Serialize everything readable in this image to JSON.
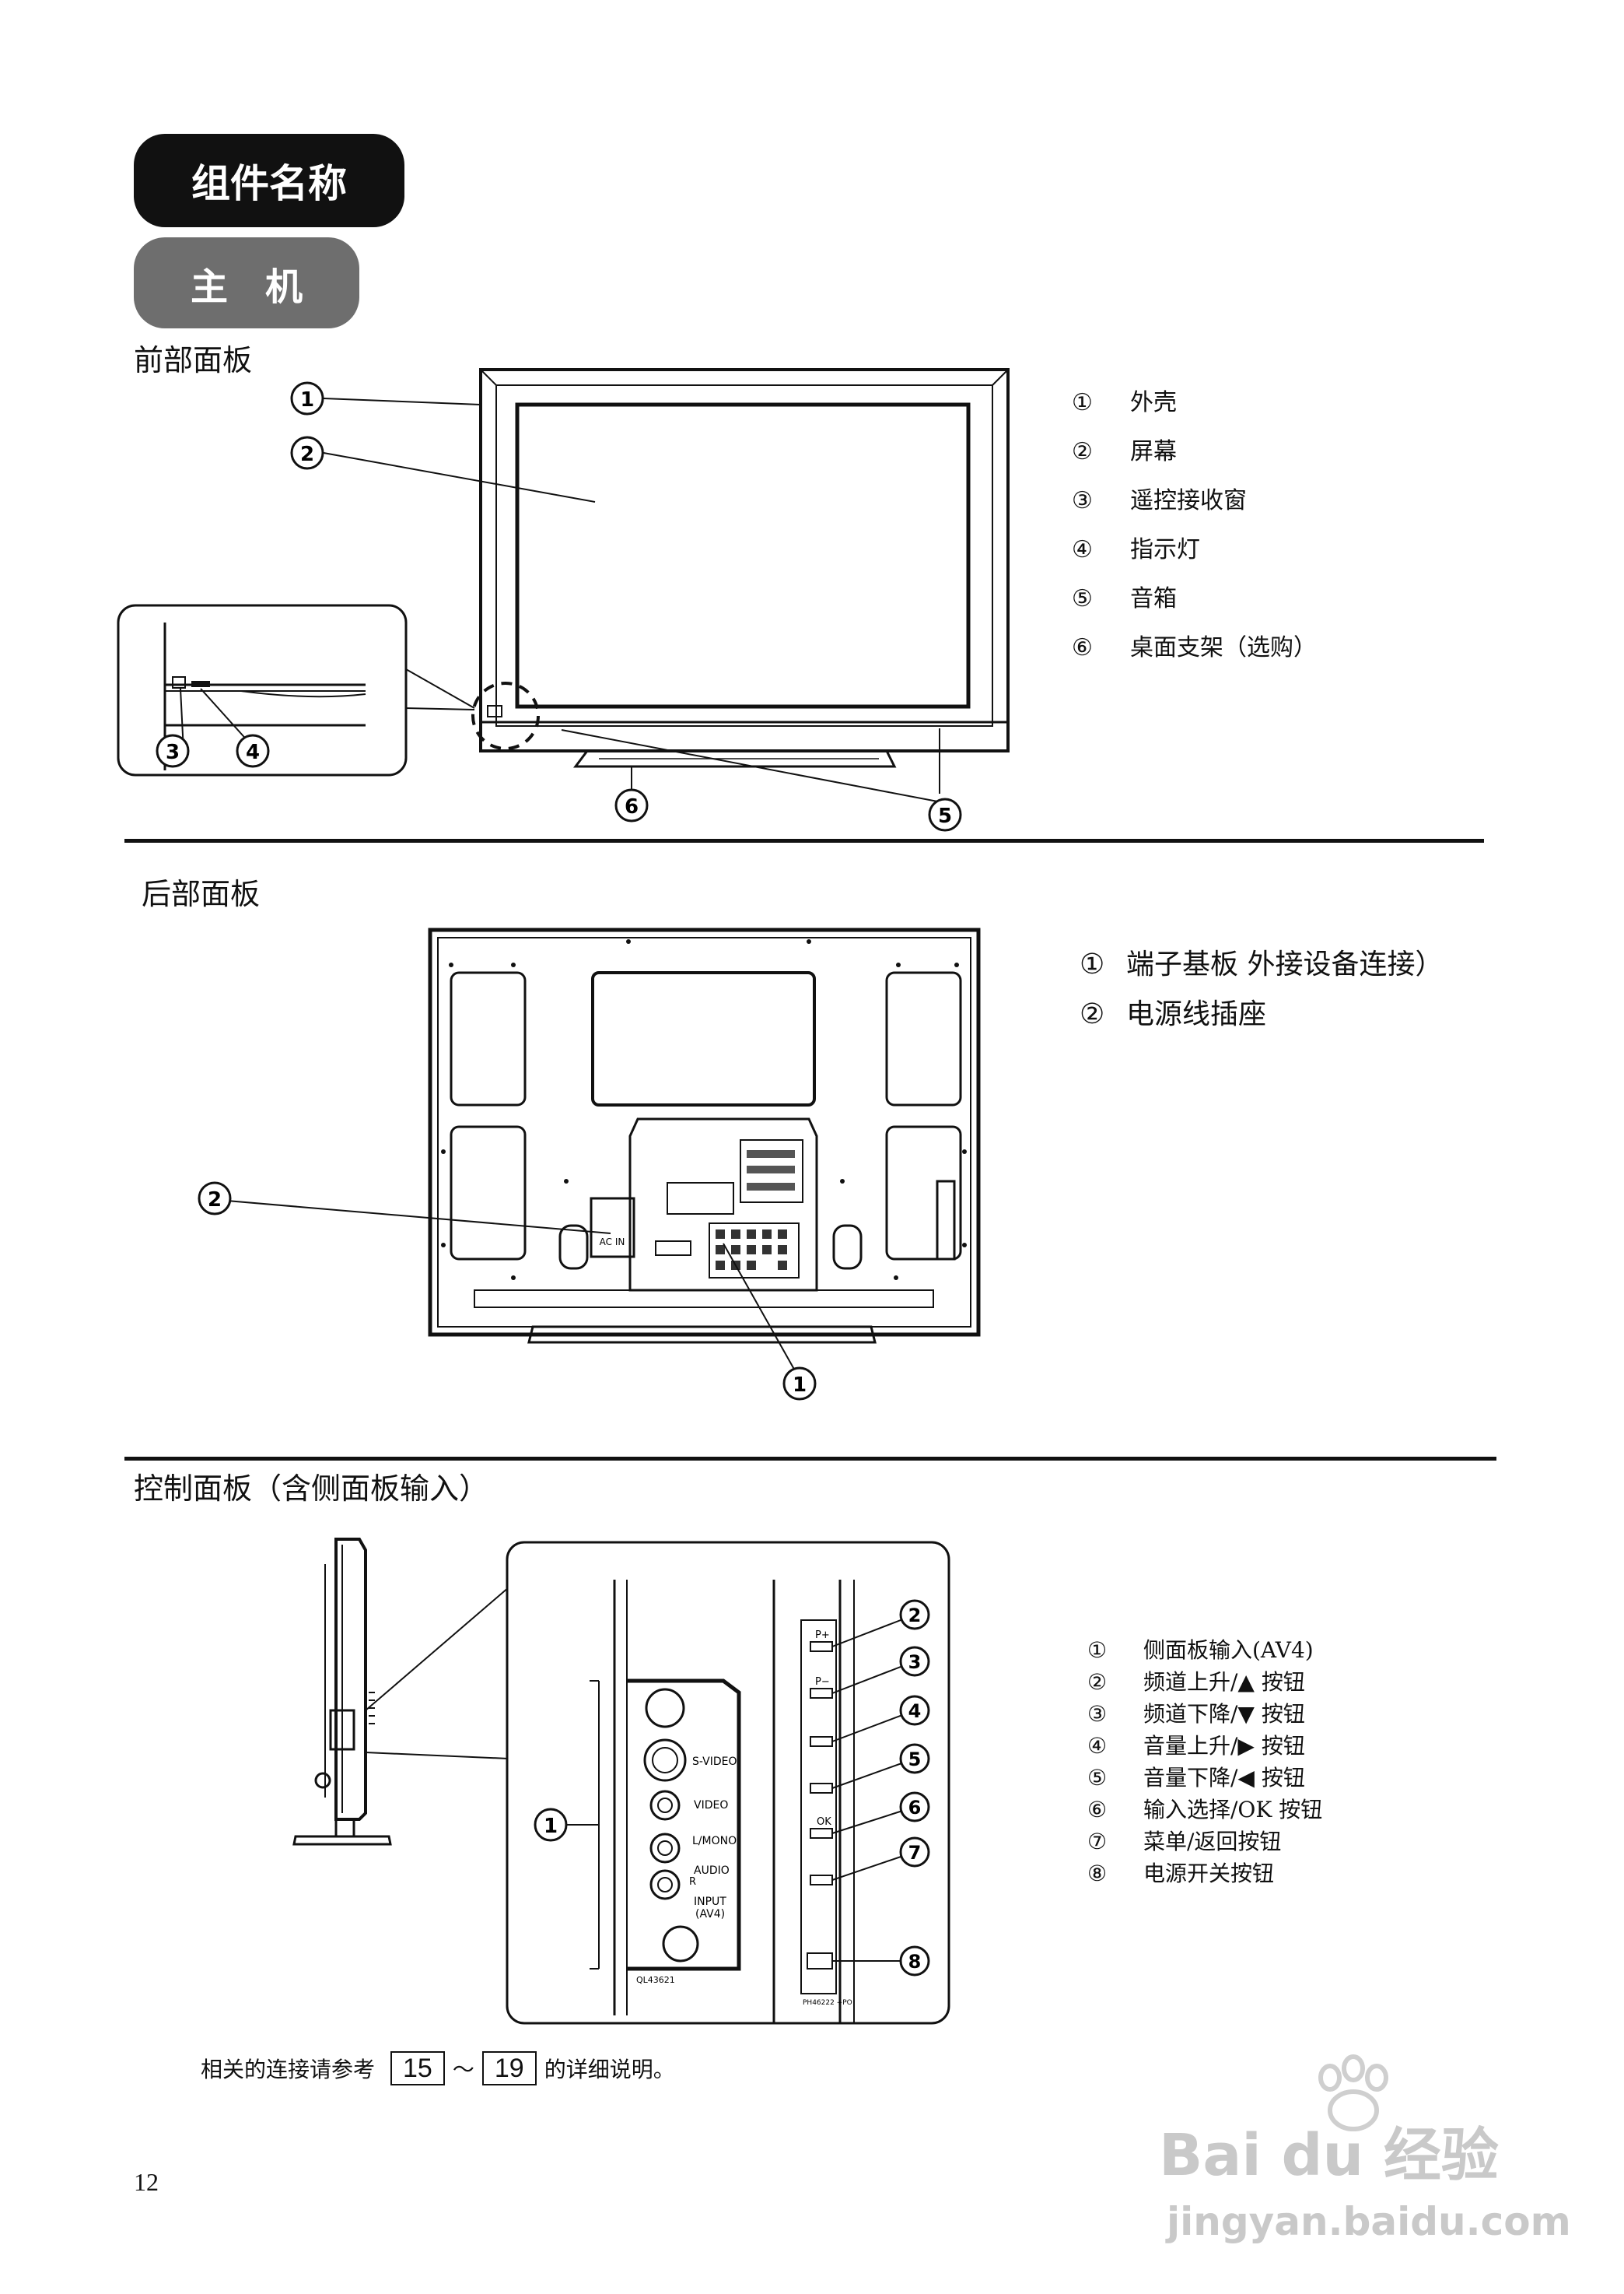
{
  "title": {
    "main": "组件名称",
    "sub": "主　机"
  },
  "front": {
    "heading": "前部面板",
    "items": [
      {
        "num": "①",
        "label": "外壳"
      },
      {
        "num": "②",
        "label": "屏幕"
      },
      {
        "num": "③",
        "label": "遥控接收窗"
      },
      {
        "num": "④",
        "label": "指示灯"
      },
      {
        "num": "⑤",
        "label": "音箱"
      },
      {
        "num": "⑥",
        "label": "桌面支架（选购）"
      }
    ],
    "callouts": [
      "1",
      "2",
      "3",
      "4",
      "5",
      "6"
    ]
  },
  "rear": {
    "heading": "后部面板",
    "items": [
      {
        "num": "①",
        "label": "端子基板 外接设备连接）"
      },
      {
        "num": "②",
        "label": "电源线插座"
      }
    ],
    "callouts": [
      "1",
      "2"
    ],
    "ac_label": "AC  IN"
  },
  "control": {
    "heading": "控制面板（含侧面板输入）",
    "items": [
      {
        "num": "①",
        "label": "侧面板输入(AV4)"
      },
      {
        "num": "②",
        "label": "频道上升/▲ 按钮"
      },
      {
        "num": "③",
        "label": "频道下降/▼ 按钮"
      },
      {
        "num": "④",
        "label": "音量上升/▶ 按钮"
      },
      {
        "num": "⑤",
        "label": "音量下降/◀ 按钮"
      },
      {
        "num": "⑥",
        "label": "输入选择/OK 按钮"
      },
      {
        "num": "⑦",
        "label": "菜单/返回按钮"
      },
      {
        "num": "⑧",
        "label": "电源开关按钮"
      }
    ],
    "callouts": [
      "1",
      "2",
      "3",
      "4",
      "5",
      "6",
      "7",
      "8"
    ],
    "panel_labels": {
      "svideo": "S-VIDEO",
      "video": "VIDEO",
      "lmono": "L/MONO",
      "audio": "AUDIO",
      "r": "R",
      "input": "INPUT",
      "av4": "(AV4)",
      "pplus": "P+",
      "pminus": "P−",
      "ok": "OK",
      "code1": "QL43621",
      "code2": "PH46222 +PO"
    }
  },
  "note": {
    "prefix": "相关的连接请参考",
    "ref_start": "15",
    "tilde": "～",
    "ref_end": "19",
    "suffix": "的详细说明。"
  },
  "page_number": "12",
  "watermark": {
    "brand": "Bai du 经验",
    "url": "jingyan.baidu.com"
  }
}
